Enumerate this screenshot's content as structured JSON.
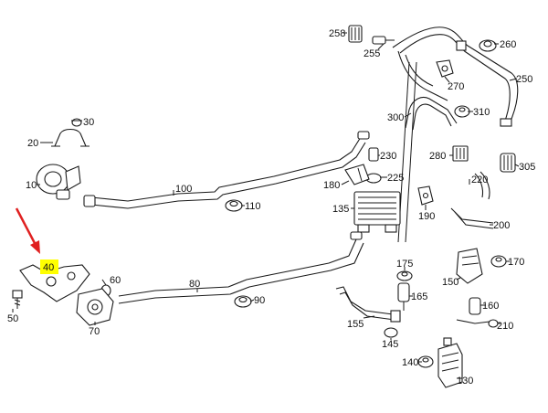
{
  "diagram": {
    "highlight_color": "#ffff00",
    "arrow_color": "#e02020",
    "parts": [
      {
        "id": "p258",
        "label": "258"
      },
      {
        "id": "p255",
        "label": "255"
      },
      {
        "id": "p260",
        "label": "260"
      },
      {
        "id": "p270",
        "label": "270"
      },
      {
        "id": "p250",
        "label": "250"
      },
      {
        "id": "p300",
        "label": "300"
      },
      {
        "id": "p310",
        "label": "310"
      },
      {
        "id": "p230",
        "label": "230"
      },
      {
        "id": "p280",
        "label": "280"
      },
      {
        "id": "p305",
        "label": "305"
      },
      {
        "id": "p30",
        "label": "30"
      },
      {
        "id": "p20",
        "label": "20"
      },
      {
        "id": "p10",
        "label": "10"
      },
      {
        "id": "p100",
        "label": "100"
      },
      {
        "id": "p110",
        "label": "110"
      },
      {
        "id": "p180",
        "label": "180"
      },
      {
        "id": "p225",
        "label": "225"
      },
      {
        "id": "p220",
        "label": "220"
      },
      {
        "id": "p135",
        "label": "135"
      },
      {
        "id": "p190",
        "label": "190"
      },
      {
        "id": "p200",
        "label": "200"
      },
      {
        "id": "p40",
        "label": "40",
        "highlighted": true
      },
      {
        "id": "p60",
        "label": "60"
      },
      {
        "id": "p80",
        "label": "80"
      },
      {
        "id": "p90",
        "label": "90"
      },
      {
        "id": "p50",
        "label": "50"
      },
      {
        "id": "p70",
        "label": "70"
      },
      {
        "id": "p175",
        "label": "175"
      },
      {
        "id": "p170",
        "label": "170"
      },
      {
        "id": "p150",
        "label": "150"
      },
      {
        "id": "p165",
        "label": "165"
      },
      {
        "id": "p160",
        "label": "160"
      },
      {
        "id": "p155",
        "label": "155"
      },
      {
        "id": "p210",
        "label": "210"
      },
      {
        "id": "p145",
        "label": "145"
      },
      {
        "id": "p140",
        "label": "140"
      },
      {
        "id": "p130",
        "label": "130"
      }
    ]
  }
}
